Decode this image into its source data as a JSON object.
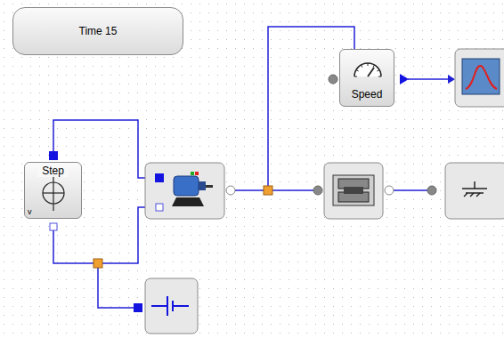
{
  "diagram": {
    "nodes": [
      {
        "text": [
          "Time 15"
        ]
      },
      {
        "text": [
          "Step",
          "v"
        ]
      },
      {
        "text": [
          "Speed"
        ]
      }
    ]
  }
}
